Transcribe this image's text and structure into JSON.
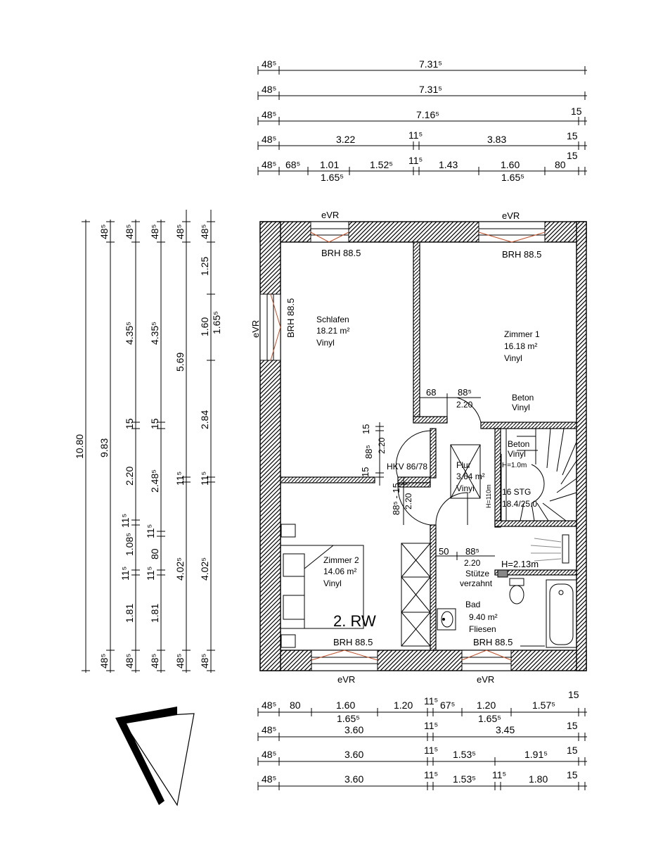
{
  "top_dimensions": [
    [
      "48⁵",
      "7.31⁵"
    ],
    [
      "48⁵",
      "7.31⁵"
    ],
    [
      "48⁵",
      "7.16⁵",
      "15"
    ],
    [
      "48⁵",
      "3.22",
      "11⁵",
      "3.83",
      "15"
    ],
    [
      "48⁵",
      "68⁵",
      "1.01",
      "1.52⁵",
      "11⁵",
      "1.43",
      "1.60",
      "80",
      "15"
    ]
  ],
  "top_sub_labels": [
    "1.65⁵",
    "1.65⁵"
  ],
  "bottom_dimensions": [
    [
      "48⁵",
      "80",
      "1.60",
      "1.20",
      "11⁵",
      "67⁵",
      "1.20",
      "1.57⁵",
      "15"
    ],
    [
      "48⁵",
      "3.60",
      "11⁵",
      "3.45",
      "15"
    ],
    [
      "48⁵",
      "3.60",
      "11⁵",
      "1.53⁵",
      "1.91⁵",
      "15"
    ],
    [
      "48⁵",
      "3.60",
      "11⁵",
      "1.53⁵",
      "11⁵",
      "1.80",
      "15"
    ]
  ],
  "bottom_sub_labels": [
    "1.65⁵",
    "1.65⁵"
  ],
  "left_dimensions": [
    [
      "10.80"
    ],
    [
      "48⁵",
      "9.83",
      "48⁵"
    ],
    [
      "48⁵",
      "4.35⁵",
      "15",
      "2.20",
      "11⁵",
      "1.08⁵",
      "11⁵",
      "1.81",
      "48⁵"
    ],
    [
      "48⁵",
      "4.35⁵",
      "15",
      "2.48⁵",
      "11⁵",
      "80",
      "11⁵",
      "1.81",
      "48⁵"
    ],
    [
      "48⁵",
      "5.69",
      "11⁵",
      "4.02⁵",
      "48⁵"
    ],
    [
      "48⁵",
      "1.25",
      "1.60",
      "2.84",
      "11⁵",
      "4.02⁵",
      "48⁵"
    ]
  ],
  "left_sub_labels": [
    "1.65⁵"
  ],
  "rooms": [
    {
      "name": "Schlafen",
      "area": "18.21 m²",
      "floor": "Vinyl"
    },
    {
      "name": "Zimmer 1",
      "area": "16.18 m²",
      "floor": "Vinyl"
    },
    {
      "name": "Zimmer 2",
      "area": "14.06 m²",
      "floor": "Vinyl"
    },
    {
      "name": "Flur",
      "area": "3.64 m²",
      "floor": "Vinyl"
    },
    {
      "name": "Bad",
      "area": "9.40 m²",
      "floor": "Fliesen"
    }
  ],
  "annotations": {
    "evr": "eVR",
    "brh": "BRH 88.5",
    "hkv": "HKV 86/78",
    "beton": "Beton",
    "vinyl": "Vinyl",
    "stair_count": "16 STG",
    "stair_ratio": "18.4/25.0",
    "stair_height": "H=1.0m",
    "stair_height_side": "H=110m",
    "bath_height": "H=2.13m",
    "stuetze": "Stütze",
    "verzahnt": "verzahnt",
    "unit": "2. RW",
    "door_68": "68",
    "door_885": "88⁵",
    "door_220": "2.20",
    "door_50": "50",
    "v15": "15",
    "v885": "88⁵",
    "v220": "2.20",
    "v885b": "88⁵ - 15",
    "v885c": "88⁵",
    "v15b": "15"
  },
  "colors": {
    "wall_hatch": "#000000",
    "window_sill": "#c0502a"
  },
  "icons": [
    "north-arrow-icon",
    "toilet-icon",
    "bathtub-icon",
    "sink-icon",
    "shower-icon"
  ]
}
